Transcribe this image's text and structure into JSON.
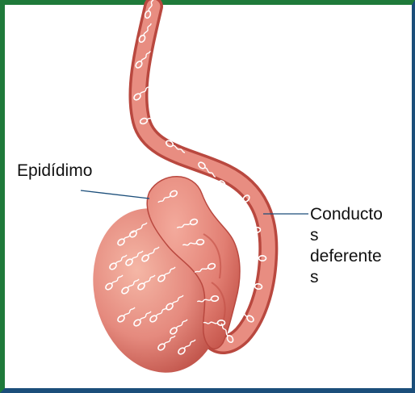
{
  "labels": {
    "epididymis": "Epidídimo",
    "vas_deferens_lines": [
      "Conducto",
      "s",
      "deferente",
      "s"
    ]
  },
  "colors": {
    "frame_top_left": "#1f7a3a",
    "frame_bottom_right": "#1b4e7a",
    "tissue": "#e58a7e",
    "tissue_dark": "#c9564d",
    "sperm": "#ffffff",
    "leader_line": "#1b4e7a"
  },
  "icons": {
    "sperm": "sperm-icon",
    "testis": "testis-illustration",
    "epididymis": "epididymis-illustration",
    "duct": "vas-deferens-illustration"
  }
}
